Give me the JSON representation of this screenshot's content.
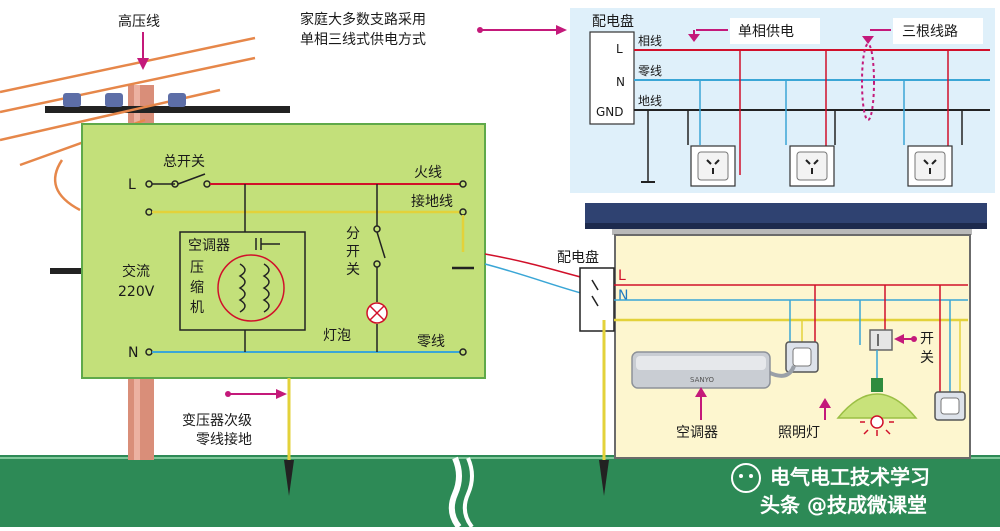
{
  "labels": {
    "high_voltage": "高压线",
    "household_note_1": "家庭大多数支路采用",
    "household_note_2": "单相三线式供电方式",
    "main_switch": "总开关",
    "terminal_L": "L",
    "terminal_N": "N",
    "live_wire": "火线",
    "ground_wire": "接地线",
    "air_conditioner_box": "空调器",
    "compressor_1": "压",
    "compressor_2": "缩",
    "compressor_3": "机",
    "branch_switch_1": "分",
    "branch_switch_2": "开",
    "branch_switch_3": "关",
    "bulb": "灯泡",
    "neutral_wire": "零线",
    "ac_1": "交流",
    "ac_2": "220V",
    "transformer_1": "变压器次级",
    "transformer_2": "零线接地",
    "panel_house": "配电盘",
    "house_L": "L",
    "house_N": "N",
    "switch_1": "开",
    "switch_2": "关",
    "aircon": "空调器",
    "lighting": "照明灯",
    "inset_panel": "配电盘",
    "inset_L": "L",
    "inset_N": "N",
    "inset_GND": "GND",
    "inset_live": "相线",
    "inset_neutral": "零线",
    "inset_ground": "地线",
    "single_phase": "单相供电",
    "three_lines": "三根线路",
    "ac_brand": "SANYO"
  },
  "watermark": {
    "line1": "电气电工技术学习",
    "line2": "头条 @技成微课堂"
  },
  "colors": {
    "panel_green": "#c3e07a",
    "inset_bg": "#dff0fa",
    "house_wall": "#fdf6cf",
    "roof": "#2f4271",
    "ground": "#2d8a56",
    "live": "#d1102a",
    "neutral": "#3aa6d6",
    "earth": "#e3d23a",
    "pointer": "#c4197a"
  }
}
